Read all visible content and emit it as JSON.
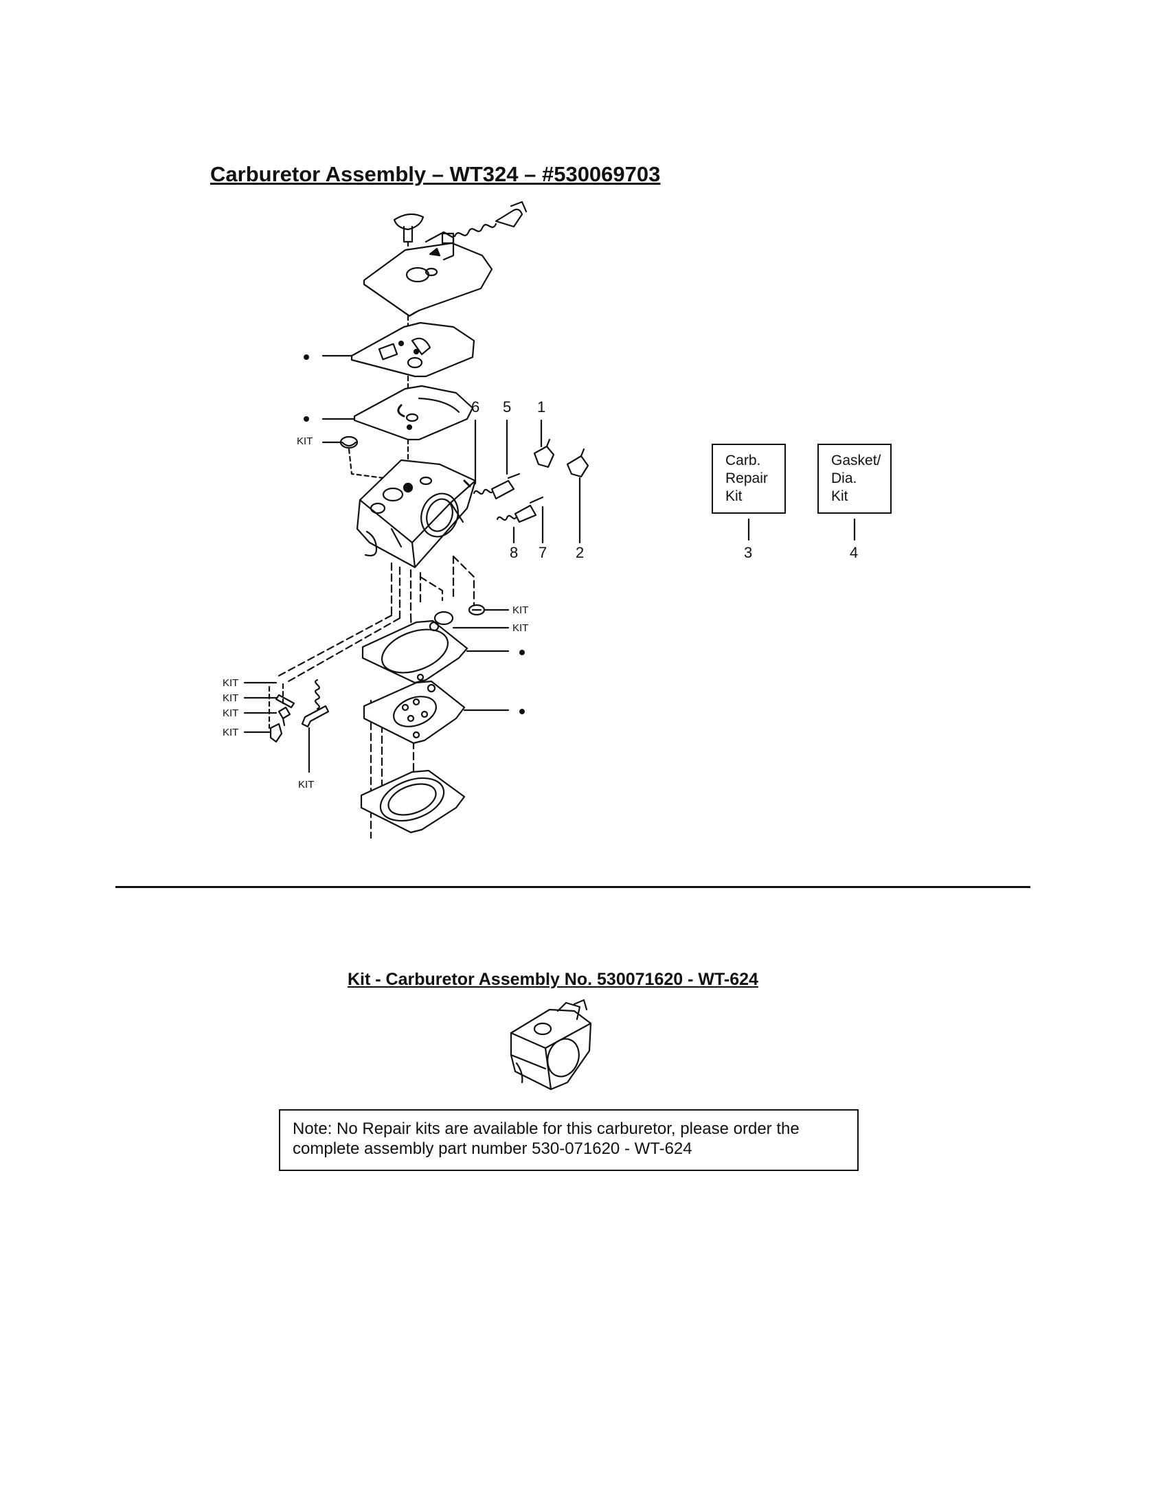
{
  "main_title": "Carburetor Assembly – WT324 – #530069703",
  "kit_title": "Kit - Carburetor Assembly No. 530071620 - WT-624",
  "callouts": [
    "1",
    "2",
    "3",
    "4",
    "5",
    "6",
    "7",
    "8"
  ],
  "kit_label": "KIT",
  "kit_boxes": [
    {
      "lines": [
        "Carb.",
        "Repair",
        "Kit"
      ],
      "number": "3"
    },
    {
      "lines": [
        "Gasket/",
        "Dia.",
        "Kit"
      ],
      "number": "4"
    }
  ],
  "note": "Note: No Repair kits are available for this carburetor, please order the complete assembly part number 530-071620 - WT-624"
}
